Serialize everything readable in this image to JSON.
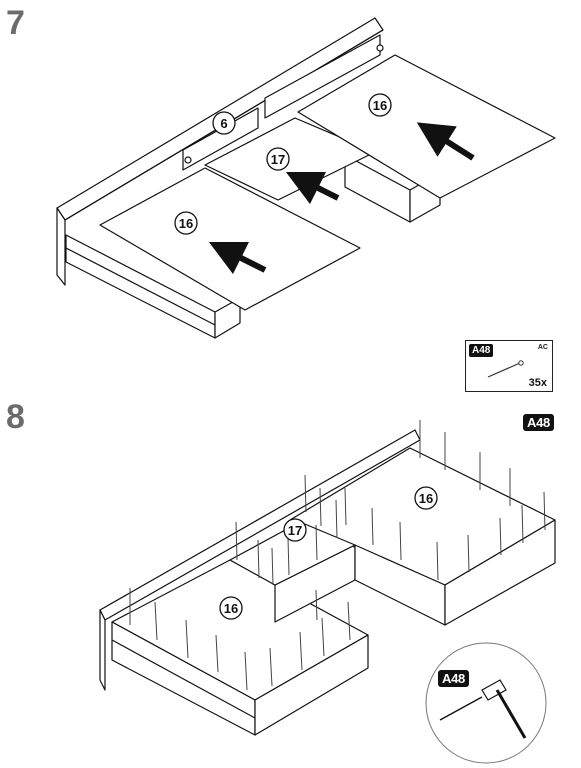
{
  "steps": [
    {
      "number": "7",
      "labels": {
        "rail": "6",
        "panel_left": "16",
        "panel_middle": "17",
        "panel_right": "16"
      }
    },
    {
      "number": "8",
      "labels": {
        "panel_left": "16",
        "panel_middle": "17",
        "panel_right": "16"
      },
      "hardware_badge": "A48",
      "detail_badge": "A48"
    }
  ],
  "hardware_box": {
    "badge": "A48",
    "code": "AC",
    "quantity": "35x"
  }
}
